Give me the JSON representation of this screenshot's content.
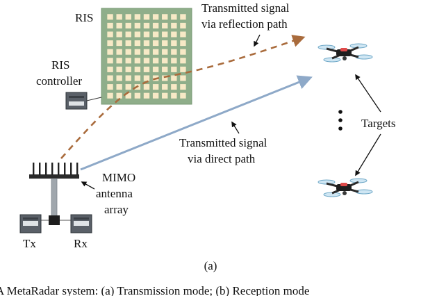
{
  "diagram": {
    "labels": {
      "ris": "RIS",
      "ris_controller_line1": "RIS",
      "ris_controller_line2": "controller",
      "reflection_line1": "Transmitted signal",
      "reflection_line2": "via reflection path",
      "direct_line1": "Transmitted signal",
      "direct_line2": "via direct path",
      "targets": "Targets",
      "mimo_line1": "MIMO",
      "mimo_line2": "antenna",
      "mimo_line3": "array",
      "tx": "Tx",
      "rx": "Rx",
      "subfigure": "(a)"
    },
    "caption": "A MetaRadar system: (a) Transmission mode; (b) Reception mode",
    "colors": {
      "ris_panel": "#8fae8a",
      "ris_cell": "#f7e9c6",
      "reflection_path": "#a96b3c",
      "direct_path": "#8ea9c8",
      "antenna": "#222222",
      "mast": "#a0a7ad"
    },
    "ris_grid": {
      "rows": 10,
      "cols": 9
    }
  }
}
